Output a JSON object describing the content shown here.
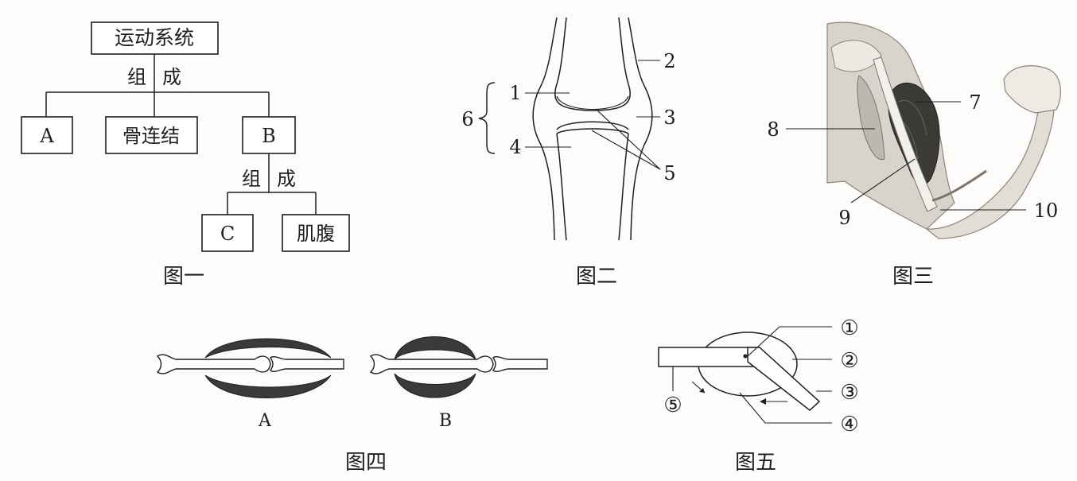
{
  "fig1": {
    "root": "运动系统",
    "compose1": [
      "组",
      "成"
    ],
    "node_a": "A",
    "node_joint": "骨连结",
    "node_b": "B",
    "compose2": [
      "组",
      "成"
    ],
    "node_c": "C",
    "node_belly": "肌腹",
    "caption": "图一"
  },
  "fig2": {
    "labels": [
      "1",
      "2",
      "3",
      "4",
      "5",
      "6"
    ],
    "caption": "图二"
  },
  "fig3": {
    "labels": [
      "7",
      "8",
      "9",
      "10"
    ],
    "caption": "图三"
  },
  "fig4": {
    "label_a": "A",
    "label_b": "B",
    "caption": "图四"
  },
  "fig5": {
    "labels": [
      "①",
      "②",
      "③",
      "④",
      "⑤"
    ],
    "caption": "图五"
  }
}
